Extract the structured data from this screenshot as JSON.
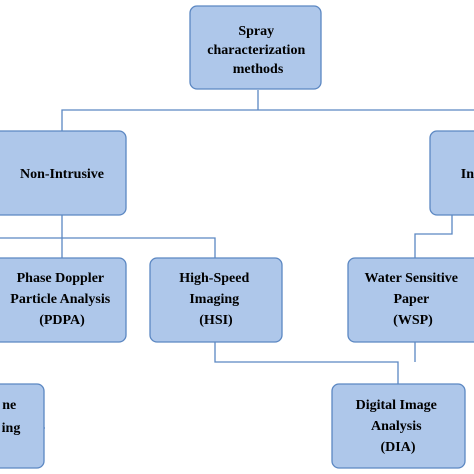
{
  "colors": {
    "box_fill": "#aec7ea",
    "box_border": "#5b87c2",
    "connector": "#5b87c2",
    "text": "#000000",
    "background": "#ffffff"
  },
  "nodes": {
    "root": {
      "lines": [
        "Spray",
        "characterization",
        "methods"
      ]
    },
    "non_intrusive": {
      "lines": [
        "Non-Intrusive"
      ]
    },
    "intrusive": {
      "lines": [
        "In"
      ]
    },
    "pdpa": {
      "lines": [
        "Phase Doppler",
        "Particle Analysis",
        "(PDPA)"
      ]
    },
    "hsi": {
      "lines": [
        "High-Speed",
        "Imaging",
        "(HSI)"
      ]
    },
    "wsp": {
      "lines": [
        "Water Sensitive",
        "Paper",
        "(WSP)"
      ]
    },
    "partial_left": {
      "lines": [
        "ne",
        "ing"
      ]
    },
    "dia": {
      "lines": [
        "Digital Image",
        "Analysis",
        "(DIA)"
      ]
    }
  },
  "edges": [
    {
      "from": "root",
      "to": "non_intrusive"
    },
    {
      "from": "root",
      "to": "intrusive"
    },
    {
      "from": "non_intrusive",
      "to": "pdpa"
    },
    {
      "from": "non_intrusive",
      "to": "hsi"
    },
    {
      "from": "non_intrusive",
      "to": "partial_left"
    },
    {
      "from": "intrusive",
      "to": "wsp"
    },
    {
      "from": "hsi",
      "to": "dia"
    },
    {
      "from": "wsp",
      "to": "dia"
    }
  ]
}
